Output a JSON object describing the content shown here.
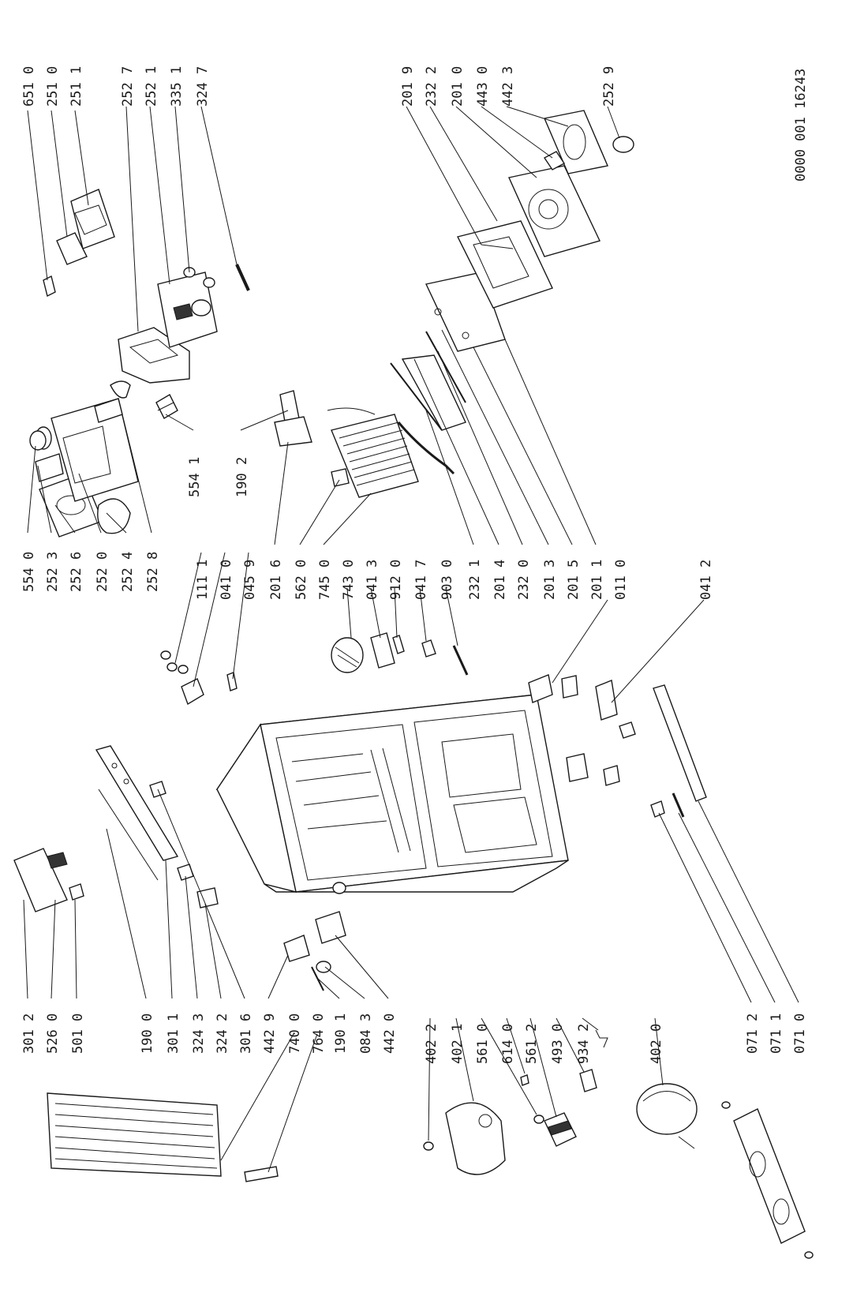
{
  "drawing_number": "0000 001  16243",
  "labels": {
    "l_651_0": "651 0",
    "l_251_0": "251 0",
    "l_251_1": "251 1",
    "l_252_7": "252 7",
    "l_252_1": "252 1",
    "l_335_1": "335 1",
    "l_324_7": "324 7",
    "l_201_9": "201 9",
    "l_232_2": "232 2",
    "l_201_0": "201 0",
    "l_443_0": "443 0",
    "l_442_3": "442 3",
    "l_252_9": "252 9",
    "l_554_1": "554 1",
    "l_190_2": "190 2",
    "l_554_0": "554 0",
    "l_252_3": "252 3",
    "l_252_6": "252 6",
    "l_252_0": "252 0",
    "l_252_4": "252 4",
    "l_252_8": "252 8",
    "l_111_1": "111 1",
    "l_041_0": "041 0",
    "l_045_9": "045 9",
    "l_201_6": "201 6",
    "l_562_0": "562 0",
    "l_745_0": "745 0",
    "l_743_0": "743 0",
    "l_041_3": "041 3",
    "l_912_0": "912 0",
    "l_041_7": "041 7",
    "l_903_0": "903 0",
    "l_232_1": "232 1",
    "l_201_4": "201 4",
    "l_232_0": "232 0",
    "l_201_3": "201 3",
    "l_201_5": "201 5",
    "l_201_1": "201 1",
    "l_011_0": "011 0",
    "l_041_2": "041 2",
    "l_301_2": "301 2",
    "l_526_0": "526 0",
    "l_501_0": "501 0",
    "l_190_0": "190 0",
    "l_301_1": "301 1",
    "l_324_3": "324 3",
    "l_324_2": "324 2",
    "l_301_6": "301 6",
    "l_442_9": "442 9",
    "l_740_0": "740 0",
    "l_764_0": "764 0",
    "l_190_1": "190 1",
    "l_084_3": "084 3",
    "l_442_0": "442 0",
    "l_402_2": "402 2",
    "l_402_1": "402 1",
    "l_561_0": "561 0",
    "l_614_0": "614 0",
    "l_561_2": "561 2",
    "l_493_0": "493 0",
    "l_934_2": "934 2",
    "l_402_0": "402 0",
    "l_071_2": "071 2",
    "l_071_1": "071 1",
    "l_071_0": "071 0"
  }
}
